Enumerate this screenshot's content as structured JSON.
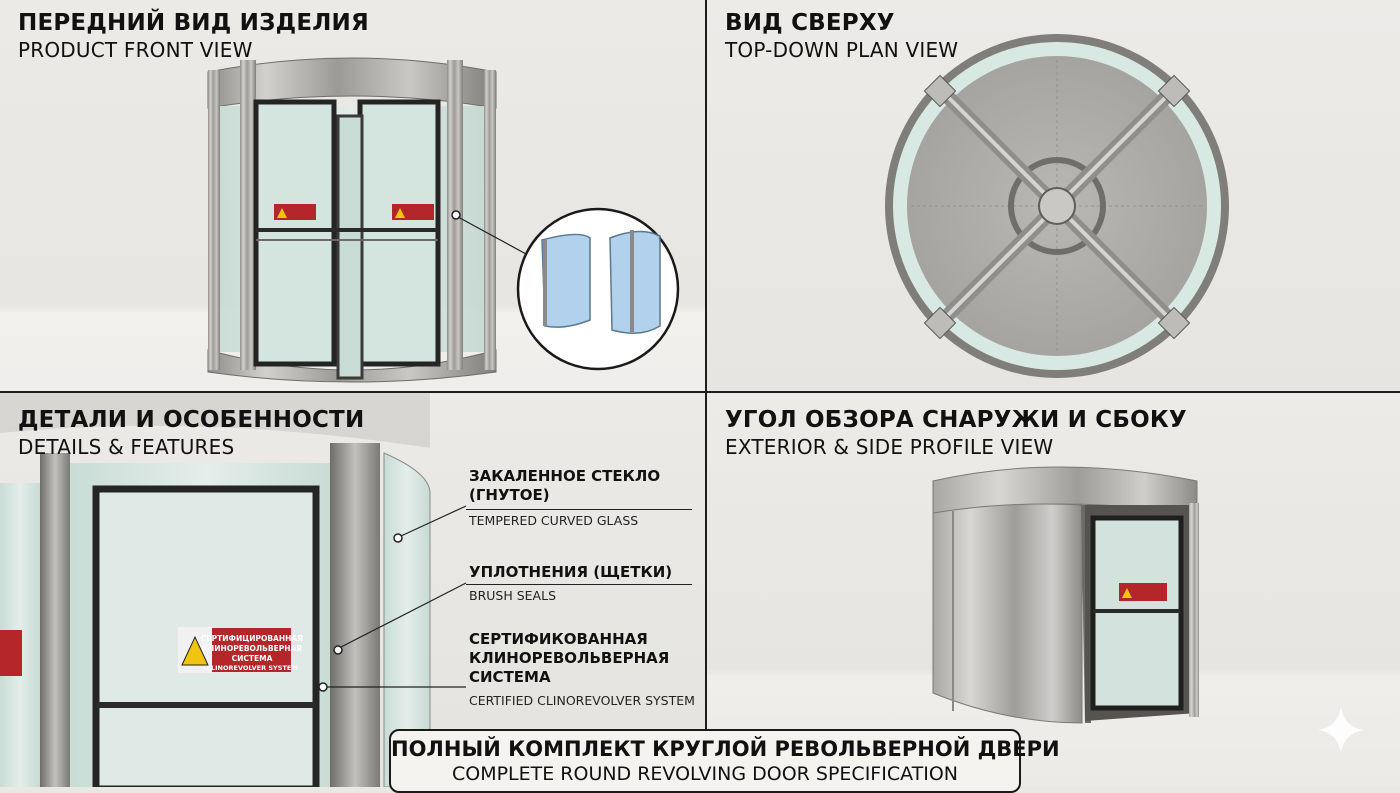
{
  "panels": {
    "front": {
      "title_ru": "ПЕРЕДНИЙ ВИД ИЗДЕЛИЯ",
      "title_en": "PRODUCT FRONT VIEW"
    },
    "top": {
      "title_ru": "ВИД СВЕРХУ",
      "title_en": "TOP-DOWN PLAN VIEW"
    },
    "details": {
      "title_ru": "ДЕТАЛИ И ОСОБЕННОСТИ",
      "title_en": "DETAILS & FEATURES",
      "callouts": [
        {
          "ru_line1": "ЗАКАЛЕННОЕ СТЕКЛО",
          "ru_line2": "(ГНУТОЕ)",
          "en": "TEMPERED CURVED GLASS"
        },
        {
          "ru_line1": "УПЛОТНЕНИЯ (ЩЕТКИ)",
          "en": "BRUSH SEALS"
        },
        {
          "ru_line1": "СЕРТИФИКОВАННАЯ",
          "ru_line2": "КЛИНОРЕВОЛЬВЕРНАЯ",
          "ru_line3": "СИСТЕМА",
          "en": "CERTIFIED CLINOREVOLVER SYSTEM"
        }
      ],
      "sign": {
        "line1": "СЕРТИФИЦИРОВАННАЯ",
        "line2": "КЛИНОРЕВОЛЬВЕРНАЯ",
        "line3": "СИСТЕМА",
        "line4": "CLINOREVOLVER SYSTEM"
      }
    },
    "exterior": {
      "title_ru": "УГОЛ ОБЗОРА СНАРУЖИ И СБОКУ",
      "title_en": "EXTERIOR & SIDE PROFILE VIEW"
    }
  },
  "specification": {
    "title_ru": "ПОЛНЫЙ КОМПЛЕКТ КРУГЛОЙ РЕВОЛЬВЕРНОЙ ДВЕРИ",
    "title_en": "COMPLETE ROUND REVOLVING DOOR SPECIFICATION"
  },
  "colors": {
    "steel": "#a9a8a4",
    "glass": "#cfe3dc",
    "frame": "#2a2a2a",
    "sign_red": "#b5262a",
    "divider": "#1d1d1d"
  },
  "icons": [
    "warning-icon",
    "sparkle-icon"
  ]
}
